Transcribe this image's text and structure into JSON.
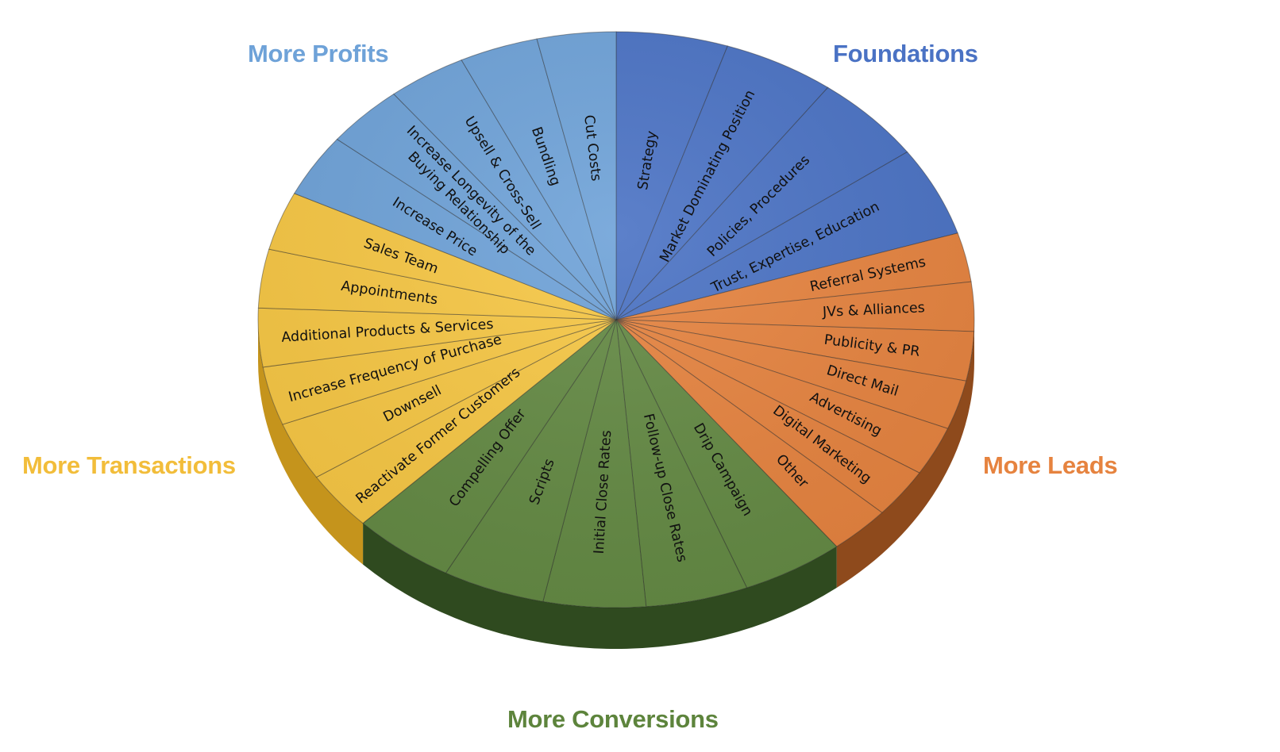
{
  "groups": [
    {
      "id": "foundations",
      "title": "Foundations",
      "color": "#4a72c4",
      "side_color": "#2f4f91",
      "items": [
        "Strategy",
        "Market Dominating Position",
        "Policies, Procedures",
        "Trust, Expertise, Education"
      ]
    },
    {
      "id": "more-leads",
      "title": "More Leads",
      "color": "#e6833f",
      "side_color": "#8e4a1c",
      "items": [
        "Referral Systems",
        "JVs & Alliances",
        "Publicity & PR",
        "Direct Mail",
        "Advertising",
        "Digital Marketing",
        "Other"
      ]
    },
    {
      "id": "more-conversions",
      "title": "More Conversions",
      "color": "#648a44",
      "side_color": "#2f4a1f",
      "items": [
        "Drip Campaign",
        "Follow-up Close Rates",
        "Initial Close Rates",
        "Scripts",
        "Compelling Offer"
      ]
    },
    {
      "id": "more-transactions",
      "title": "More Transactions",
      "color": "#f7c744",
      "side_color": "#c5941c",
      "items": [
        "Reactivate Former Customers",
        "Downsell",
        "Increase Frequency of Purchase",
        "Additional Products & Services",
        "Appointments",
        "Sales Team"
      ]
    },
    {
      "id": "more-profits",
      "title": "More Profits",
      "color": "#6ea2d8",
      "side_color": "#3f6f9e",
      "items": [
        "Increase Price",
        [
          "Increase Longevity of the",
          "Buying Relationship"
        ],
        "Upsell & Cross-Sell",
        "Bundling",
        "Cut Costs"
      ]
    }
  ]
}
